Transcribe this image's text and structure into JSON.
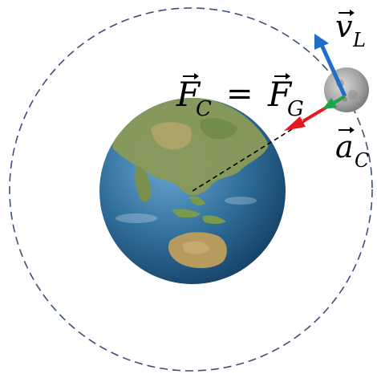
{
  "labels": {
    "force_left_main": "F",
    "force_left_sub": "C",
    "equals": "=",
    "force_right_main": "F",
    "force_right_sub": "G",
    "velocity_main": "v",
    "velocity_sub": "L",
    "accel_main": "a",
    "accel_sub": "C"
  },
  "colors": {
    "orbit": "#3b4f7a",
    "ocean": "#2f6d99",
    "land": "#8a9a58",
    "velocity": "#1f6fc6",
    "force": "#e8161d",
    "acceleration": "#1aa54a",
    "radius_line": "#000000",
    "moon": "#9b9b9b"
  },
  "icons": {
    "earth": "earth-icon",
    "moon": "moon-icon"
  }
}
